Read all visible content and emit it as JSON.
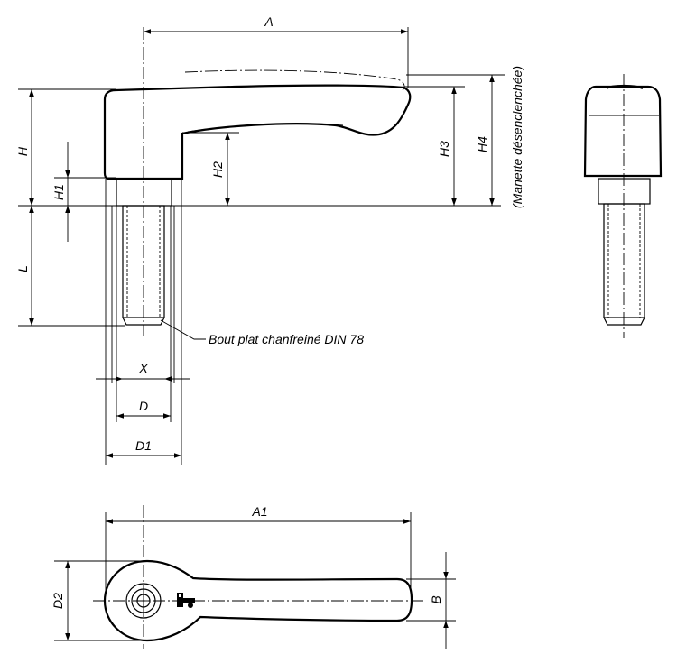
{
  "dimensions": {
    "A": "A",
    "A1": "A1",
    "H": "H",
    "H1": "H1",
    "H2": "H2",
    "H3": "H3",
    "H4": "H4",
    "L": "L",
    "X": "X",
    "D": "D",
    "D1": "D1",
    "D2": "D2",
    "B": "B"
  },
  "notes": {
    "tip": "Bout plat chanfreiné DIN 78",
    "released": "(Manette désenclenchée)"
  }
}
